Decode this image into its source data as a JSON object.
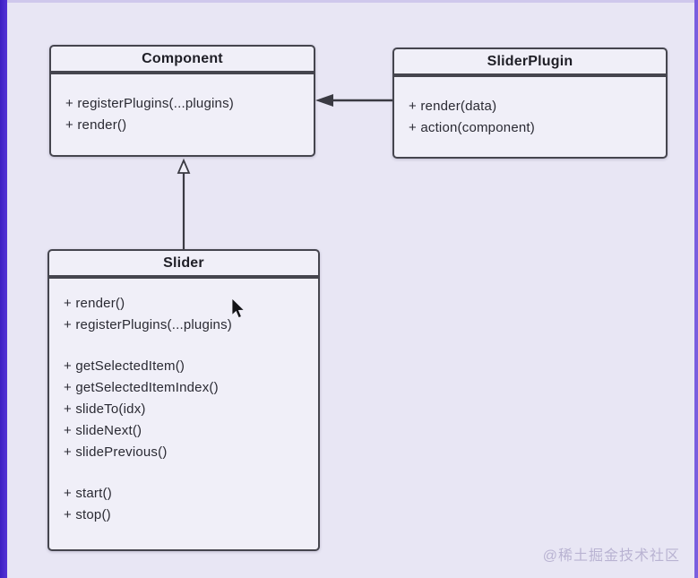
{
  "colors": {
    "page_background": "#e8e6f4",
    "left_stripe": "#4526cd",
    "right_stripe": "#7a5ede",
    "box_fill": "#f0eff8",
    "box_border": "#45454e",
    "text": "#26262e",
    "arrow": "#3a3a42",
    "watermark": "#b9b3d2"
  },
  "classes": {
    "component": {
      "title": "Component",
      "methods": [
        "+ registerPlugins(...plugins)",
        "+ render()"
      ]
    },
    "sliderPlugin": {
      "title": "SliderPlugin",
      "methods": [
        "+ render(data)",
        "+ action(component)"
      ]
    },
    "slider": {
      "title": "Slider",
      "method_groups": [
        [
          "+ render()",
          "+ registerPlugins(...plugins)"
        ],
        [
          "+ getSelectedItem()",
          "+ getSelectedItemIndex()",
          "+ slideTo(idx)",
          "+ slideNext()",
          "+ slidePrevious()"
        ],
        [
          "+ start()",
          "+ stop()"
        ]
      ]
    }
  },
  "relations": [
    {
      "type": "inheritance",
      "from": "Slider",
      "to": "Component",
      "arrowhead": "hollow-triangle"
    },
    {
      "type": "association",
      "from": "SliderPlugin",
      "to": "Component",
      "arrowhead": "filled-triangle"
    }
  ],
  "watermark": "@稀土掘金技术社区"
}
